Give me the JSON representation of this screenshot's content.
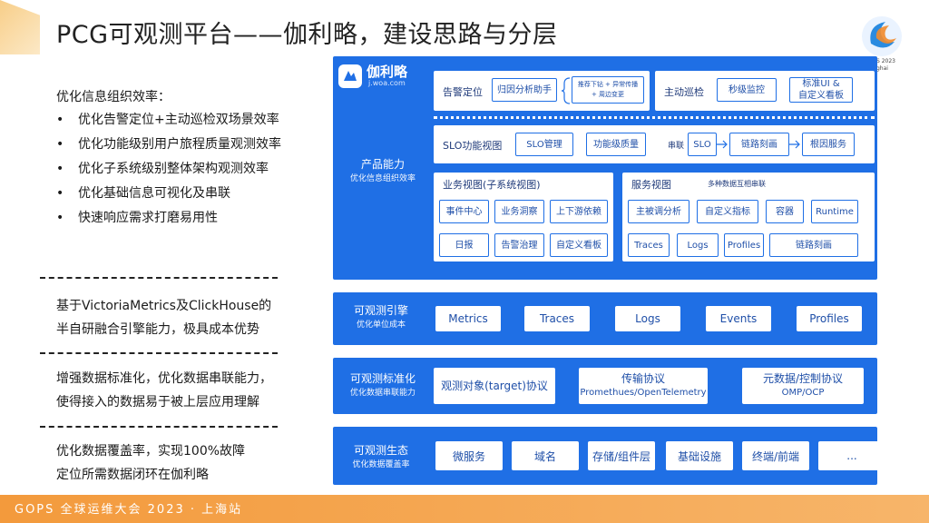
{
  "title": "PCG可观测平台——伽利略，建设思路与分层",
  "logo": {
    "sub1": "S 2023",
    "sub2": "ghai"
  },
  "left": {
    "intro": "优化信息组织效率：",
    "bullets": [
      "优化告警定位+主动巡检双场景效率",
      "优化功能级别用户旅程质量观测效率",
      "优化子系统级别整体架构观测效率",
      "优化基础信息可视化及串联",
      "快速响应需求打磨易用性"
    ],
    "bullet_mark": "•",
    "para2": [
      "基于VictoriaMetrics及ClickHouse的",
      "半自研融合引擎能力，极具成本优势"
    ],
    "para3": [
      "增强数据标准化，优化数据串联能力，",
      "使得接入的数据易于被上层应用理解"
    ],
    "para4": [
      "优化数据覆盖率，实现100%故障",
      "定位所需数据闭环在伽利略"
    ]
  },
  "product": {
    "brand": "伽利略",
    "brand_url": "j.woa.com",
    "label": "产品能力",
    "sublabel": "优化信息组织效率",
    "alert": {
      "title": "告警定位",
      "assistant": "归因分析助手",
      "detail1": "推荐下钻 + 异常传播",
      "detail2": "+ 周边变更"
    },
    "patrol": {
      "title": "主动巡检",
      "second": "秒级监控",
      "dash1": "标准UI &",
      "dash2": "自定义看板"
    },
    "slo": {
      "title": "SLO功能视图",
      "manage": "SLO管理",
      "quality": "功能级质量",
      "chain_label": "串联",
      "slo": "SLO",
      "trace": "链路刻画",
      "root": "根因服务"
    },
    "biz": {
      "title": "业务视图(子系统视图)",
      "items": [
        "事件中心",
        "业务洞察",
        "上下游依赖",
        "日报",
        "告警治理",
        "自定义看板"
      ]
    },
    "svc": {
      "title": "服务视图",
      "note": "多种数据互相串联",
      "row1": [
        "主被调分析",
        "自定义指标",
        "容器",
        "Runtime"
      ],
      "row2": [
        "Traces",
        "Logs",
        "Profiles",
        "链路刻画"
      ]
    }
  },
  "engine": {
    "label": "可观测引擎",
    "sublabel": "优化单位成本",
    "items": [
      "Metrics",
      "Traces",
      "Logs",
      "Events",
      "Profiles"
    ]
  },
  "standard": {
    "label": "可观测标准化",
    "sublabel": "优化数据串联能力",
    "items": [
      {
        "a": "观测对象(target)协议",
        "b": ""
      },
      {
        "a": "传输协议",
        "b": "Promethues/OpenTelemetry"
      },
      {
        "a": "元数据/控制协议",
        "b": "OMP/OCP"
      }
    ]
  },
  "eco": {
    "label": "可观测生态",
    "sublabel": "优化数据覆盖率",
    "items": [
      "微服务",
      "域名",
      "存储/组件层",
      "基础设施",
      "终端/前端",
      "..."
    ]
  },
  "footer": "GOPS 全球运维大会 2023 · 上海站",
  "colors": {
    "accent": "#1f6fe5",
    "footer": "#f39a3c"
  }
}
